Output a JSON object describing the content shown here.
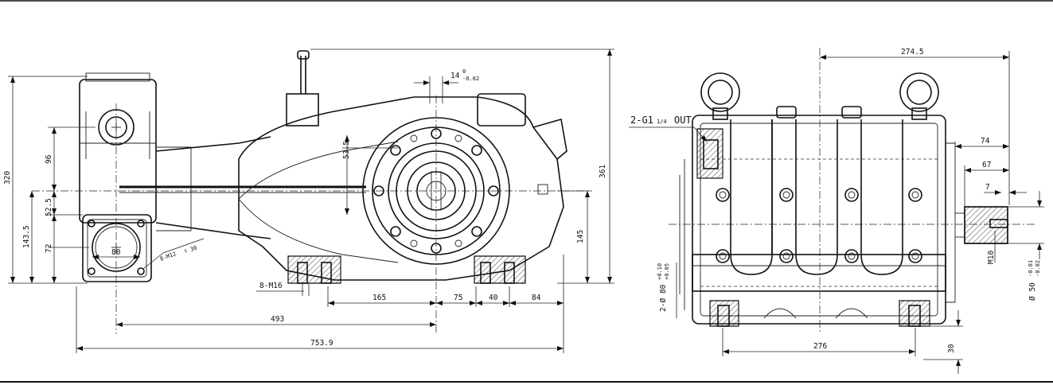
{
  "drawing": {
    "side_view": {
      "dim_overall_length": "753.9",
      "dim_crank_offset": "493",
      "dim_165": "165",
      "dim_75": "75",
      "dim_40": "40",
      "dim_84": "84",
      "dim_total_height": "320",
      "dim_96": "96",
      "dim_52_5": "52.5",
      "dim_143_5": "143.5",
      "dim_72": "72",
      "dim_flange_80": "80",
      "dim_53_5": "53.5",
      "dim_145": "145",
      "dim_361": "361",
      "dim_14_main": "14",
      "dim_14_upper": "0",
      "dim_14_lower": "-0.02",
      "label_bolts": "8-M12",
      "label_depth": "30",
      "label_foot_bolts": "8-M16"
    },
    "end_view": {
      "dim_274_5": "274.5",
      "dim_74": "74",
      "dim_67": "67",
      "dim_7": "7",
      "dim_276": "276",
      "dim_30": "30",
      "label_outlet_main": "2-G1",
      "label_outlet_frac": "1/4",
      "label_outlet_suffix": "OUT",
      "label_m10": "M10",
      "label_shaft_dia_prefix": "Ø 50",
      "label_shaft_dia_upper": "-0.01",
      "label_shaft_dia_lower": "-0.02",
      "label_bore_prefix": "2-Ø 80",
      "label_bore_upper": "+0.10",
      "label_bore_lower": "+0.05"
    }
  }
}
